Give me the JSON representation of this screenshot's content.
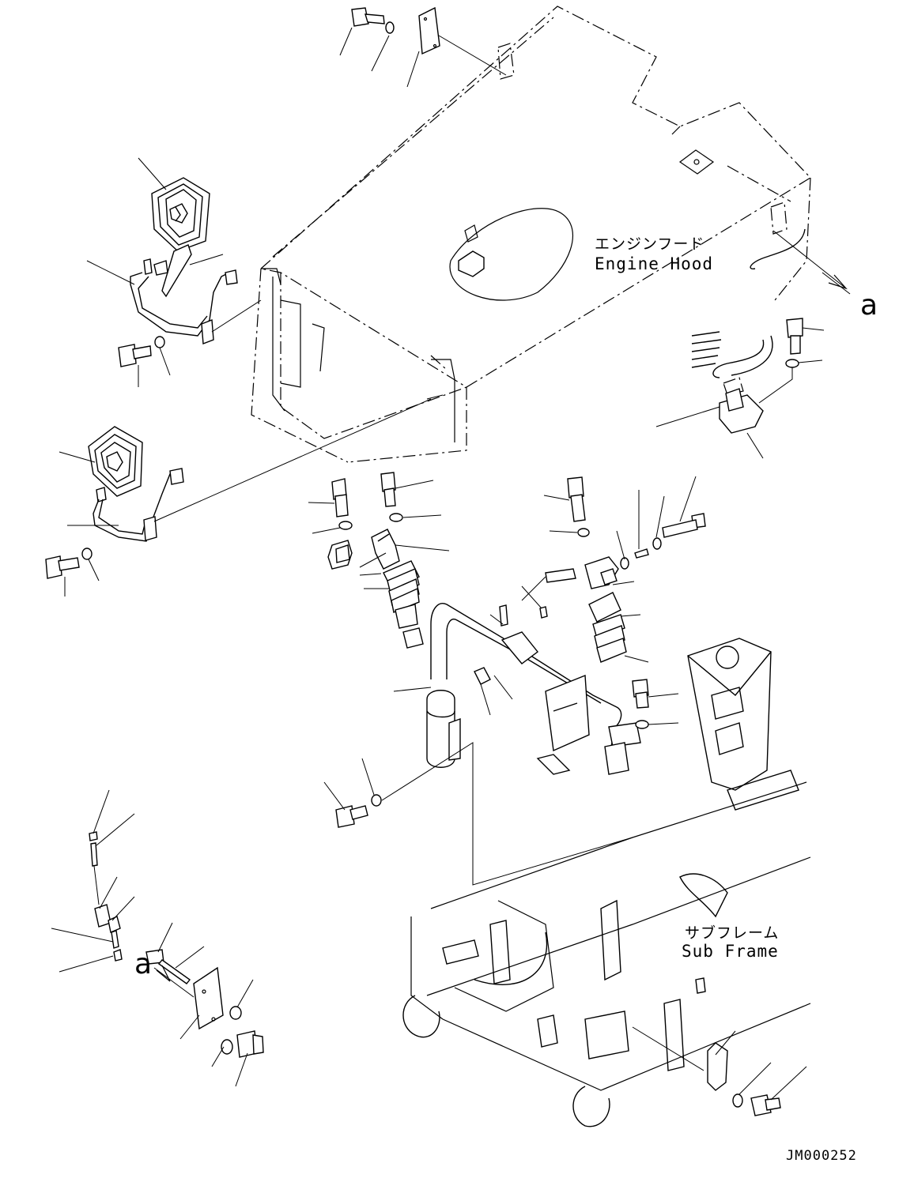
{
  "labels": {
    "engine_hood_jp": "エンジンフード",
    "engine_hood_en": "Engine Hood",
    "sub_frame_jp": "サブフレーム",
    "sub_frame_en": "Sub Frame",
    "ref_a_top": "a",
    "ref_a_bottom": "a",
    "drawing_code": "JM000252"
  },
  "colors": {
    "line": "#000000",
    "background": "#ffffff"
  }
}
